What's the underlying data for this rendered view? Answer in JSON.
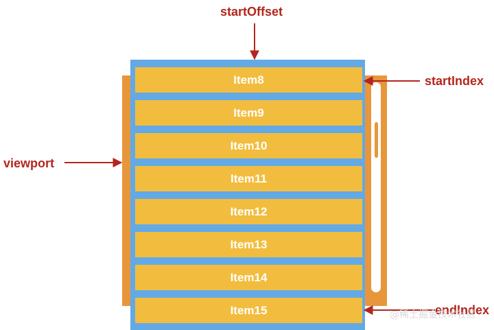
{
  "annotations": {
    "start_offset": "startOffset",
    "start_index": "startIndex",
    "viewport": "viewport",
    "end_index": "endIndex"
  },
  "list_items": [
    "Item8",
    "Item9",
    "Item10",
    "Item11",
    "Item12",
    "Item13",
    "Item14",
    "Item15"
  ],
  "watermark": "@稀土掘金技术社区",
  "colors": {
    "item_fill": "#f2bd3e",
    "container_blue": "#63a9e6",
    "viewport_orange": "#e8963b",
    "annotation_red": "#b3261e"
  }
}
